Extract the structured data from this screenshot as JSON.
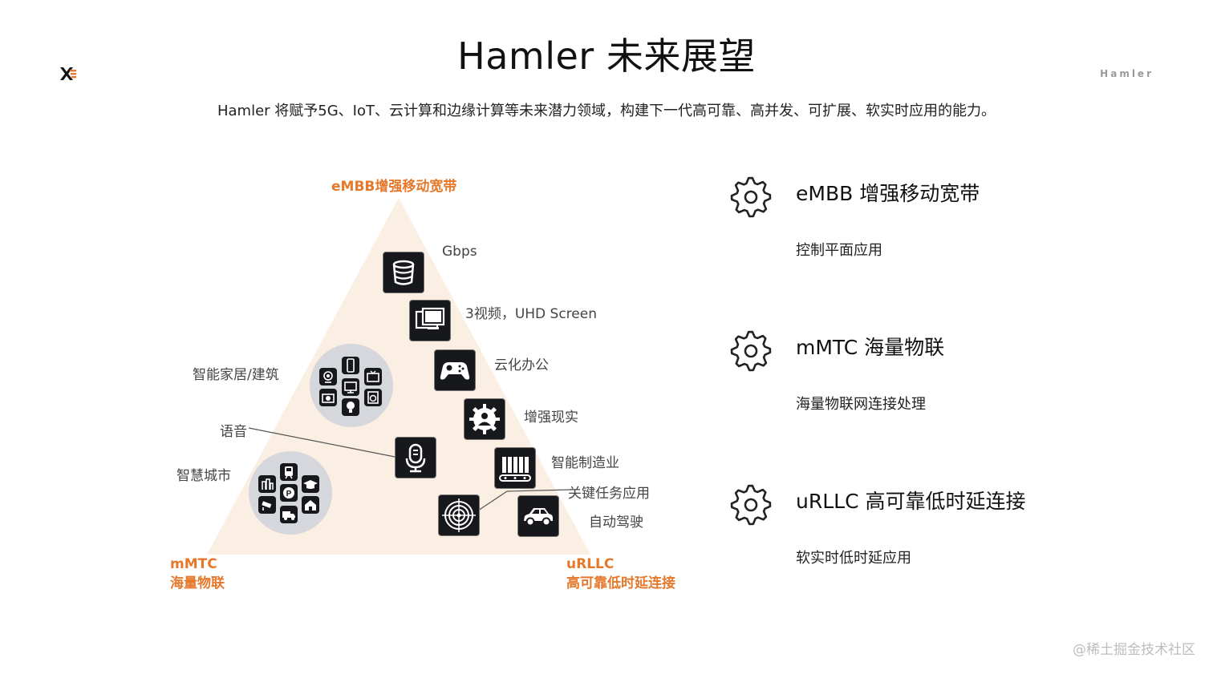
{
  "header": {
    "title": "Hamler 未来展望",
    "subtitle": "Hamler 将赋予5G、IoT、云计算和边缘计算等未来潜力领域，构建下一代高可靠、高并发、可扩展、软实时应用的能力。",
    "brand": "Hamler"
  },
  "pyramid": {
    "top_label": "eMBB增强移动宽带",
    "left_label_line1": "mMTC",
    "left_label_line2": "海量物联",
    "right_label_line1": "uRLLC",
    "right_label_line2": "高可靠低时延连接",
    "items": {
      "gbps": "Gbps",
      "video": "3视频，UHD Screen",
      "office": "云化办公",
      "ar": "增强现实",
      "manufacturing": "智能制造业",
      "mission_critical": "关键任务应用",
      "autonomous": "自动驾驶",
      "smart_home": "智能家居/建筑",
      "voice": "语音",
      "smart_city": "智慧城市"
    },
    "colors": {
      "accent": "#e5782a",
      "triangle_fill": "#fbeee3",
      "tile": "#16181c",
      "cluster_circle": "#d6d7dc"
    },
    "icons": [
      "database-icon",
      "monitor-icon",
      "gamepad-icon",
      "gear-person-icon",
      "microphone-icon",
      "conveyor-icon",
      "target-icon",
      "car-icon"
    ]
  },
  "features": [
    {
      "title": "eMBB 增强移动宽带",
      "desc": "控制平面应用",
      "icon": "gear-icon"
    },
    {
      "title": "mMTC 海量物联",
      "desc": "海量物联网连接处理",
      "icon": "gear-icon"
    },
    {
      "title": "uRLLC 高可靠低时延连接",
      "desc": "软实时低时延应用",
      "icon": "gear-icon"
    }
  ],
  "watermark": "@稀土掘金技术社区"
}
